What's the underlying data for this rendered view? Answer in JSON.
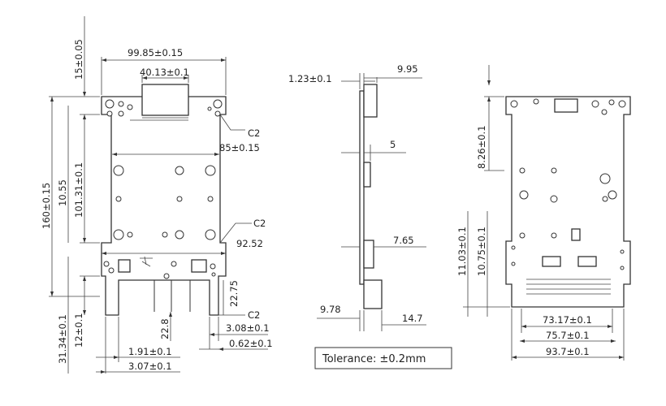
{
  "front_view": {
    "dim_top_width": "99.85±0.15",
    "dim_connector_width": "40.13±0.1",
    "dim_top_margin": "15±0.05",
    "dim_total_height": "160±0.15",
    "dim_hole_span": "101.31±0.1",
    "dim_hole_offset": "10.55",
    "dim_body_width": "85±0.15",
    "dim_lower_width": "92.52",
    "callout_c2_top": "C2",
    "callout_c2_middle": "C2",
    "callout_c2_bottom": "C2",
    "dim_bottom_height": "31.34±0.1",
    "dim_tab_height": "12±0.1",
    "dim_notch_height": "22.8",
    "dim_side_height": "22.75",
    "dim_right_notch": "3.08±0.1",
    "dim_right_gap": "0.62±0.1",
    "dim_notch_width": "1.91±0.1",
    "dim_left_offset": "3.07±0.1"
  },
  "side_view": {
    "dim_thickness": "1.23±0.1",
    "dim_top_component": "9.95",
    "dim_mid_component": "5",
    "dim_lower_component": "7.65",
    "dim_bottom_left": "9.78",
    "dim_bottom_right": "14.7"
  },
  "back_view": {
    "dim_upper_height": "8.26±0.1",
    "dim_lower_height_a": "11.03±0.1",
    "dim_lower_height_b": "10.75±0.1",
    "dim_edge_width_a": "73.17±0.1",
    "dim_edge_width_b": "75.7±0.1",
    "dim_edge_width_c": "93.7±0.1"
  },
  "tolerance_note": "Tolerance: ±0.2mm"
}
